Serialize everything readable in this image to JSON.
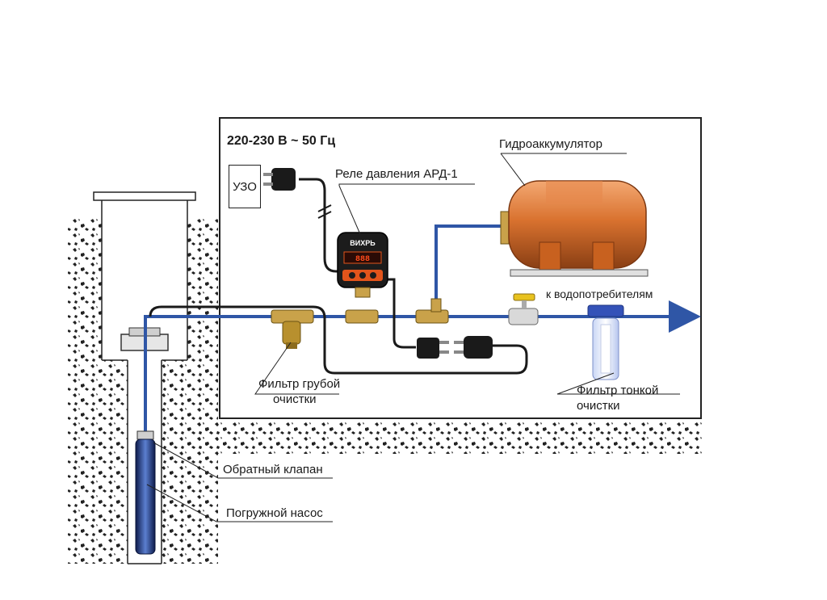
{
  "labels": {
    "voltage": "220-230 В ~ 50 Гц",
    "uzo": "УЗО",
    "relay": "Реле давления АРД-1",
    "accumulator": "Гидроаккумулятор",
    "consumers": "к водопотребителям",
    "coarse_filter_line1": "Фильтр грубой",
    "coarse_filter_line2": "очистки",
    "fine_filter_line1": "Фильтр тонкой",
    "fine_filter_line2": "очистки",
    "check_valve": "Обратный клапан",
    "pump": "Погружной насос",
    "relay_brand": "ВИХРЬ",
    "relay_display": "888"
  },
  "colors": {
    "pipe": "#2f56a6",
    "cable": "#1a1a1a",
    "tank": "#d9722f",
    "brass": "#c9a24a",
    "soil": "#222222"
  }
}
